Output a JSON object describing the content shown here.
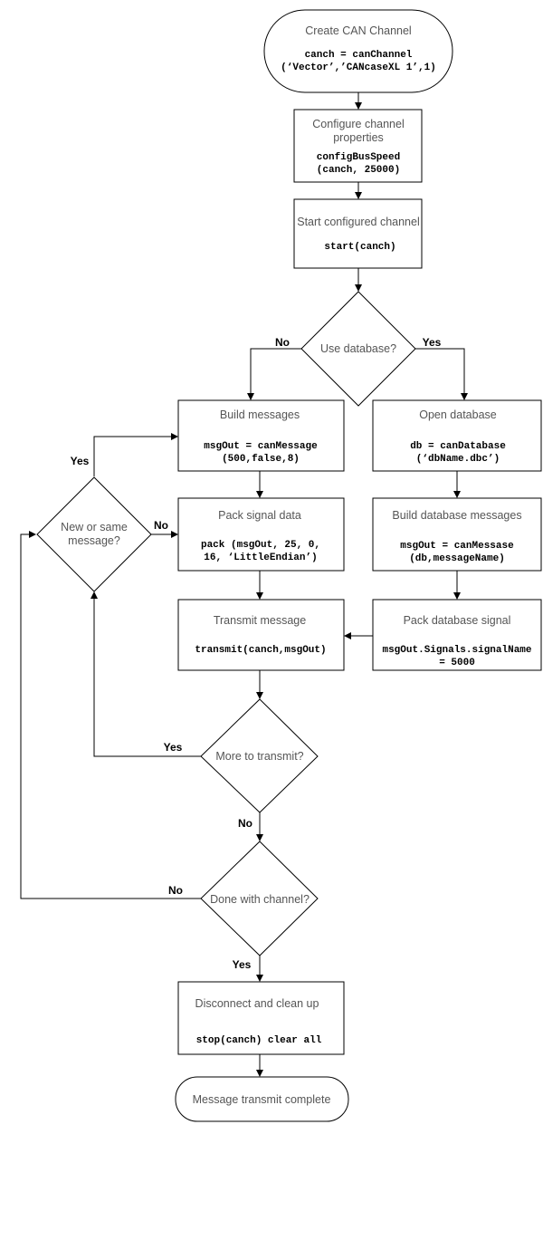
{
  "nodes": {
    "create": {
      "title": "Create CAN Channel",
      "code1": "canch = canChannel",
      "code2": "(‘Vector’,’CANcaseXL 1’,1)"
    },
    "configure": {
      "title1": "Configure channel",
      "title2": "properties",
      "code1": "configBusSpeed",
      "code2": "(canch, 25000)"
    },
    "start": {
      "title": "Start configured channel",
      "code1": "start(canch)"
    },
    "use_db": {
      "title": "Use database?"
    },
    "build": {
      "title": "Build messages",
      "code1": "msgOut = canMessage",
      "code2": "(500,false,8)"
    },
    "open_db": {
      "title": "Open database",
      "code1": "db = canDatabase",
      "code2": "(‘dbName.dbc’)"
    },
    "new_same": {
      "title1": "New or same",
      "title2": "message?"
    },
    "pack": {
      "title": "Pack signal data",
      "code1": "pack (msgOut, 25, 0,",
      "code2": "16, ‘LittleEndian’)"
    },
    "build_db": {
      "title": "Build database messages",
      "code1": "msgOut = canMessase",
      "code2": "(db,messageName)"
    },
    "transmit": {
      "title": "Transmit message",
      "code1": "transmit(canch,msgOut)"
    },
    "pack_db": {
      "title": "Pack database signal",
      "code1": "msgOut.Signals.signalName",
      "code2": "= 5000"
    },
    "more": {
      "title": "More to transmit?"
    },
    "done": {
      "title": "Done with channel?"
    },
    "disconnect": {
      "title": "Disconnect and clean up",
      "code1": "stop(canch) clear all"
    },
    "complete": {
      "title": "Message transmit complete"
    }
  },
  "edge_labels": {
    "use_db_no": "No",
    "use_db_yes": "Yes",
    "new_same_yes": "Yes",
    "new_same_no": "No",
    "more_yes": "Yes",
    "more_no": "No",
    "done_no": "No",
    "done_yes": "Yes"
  }
}
